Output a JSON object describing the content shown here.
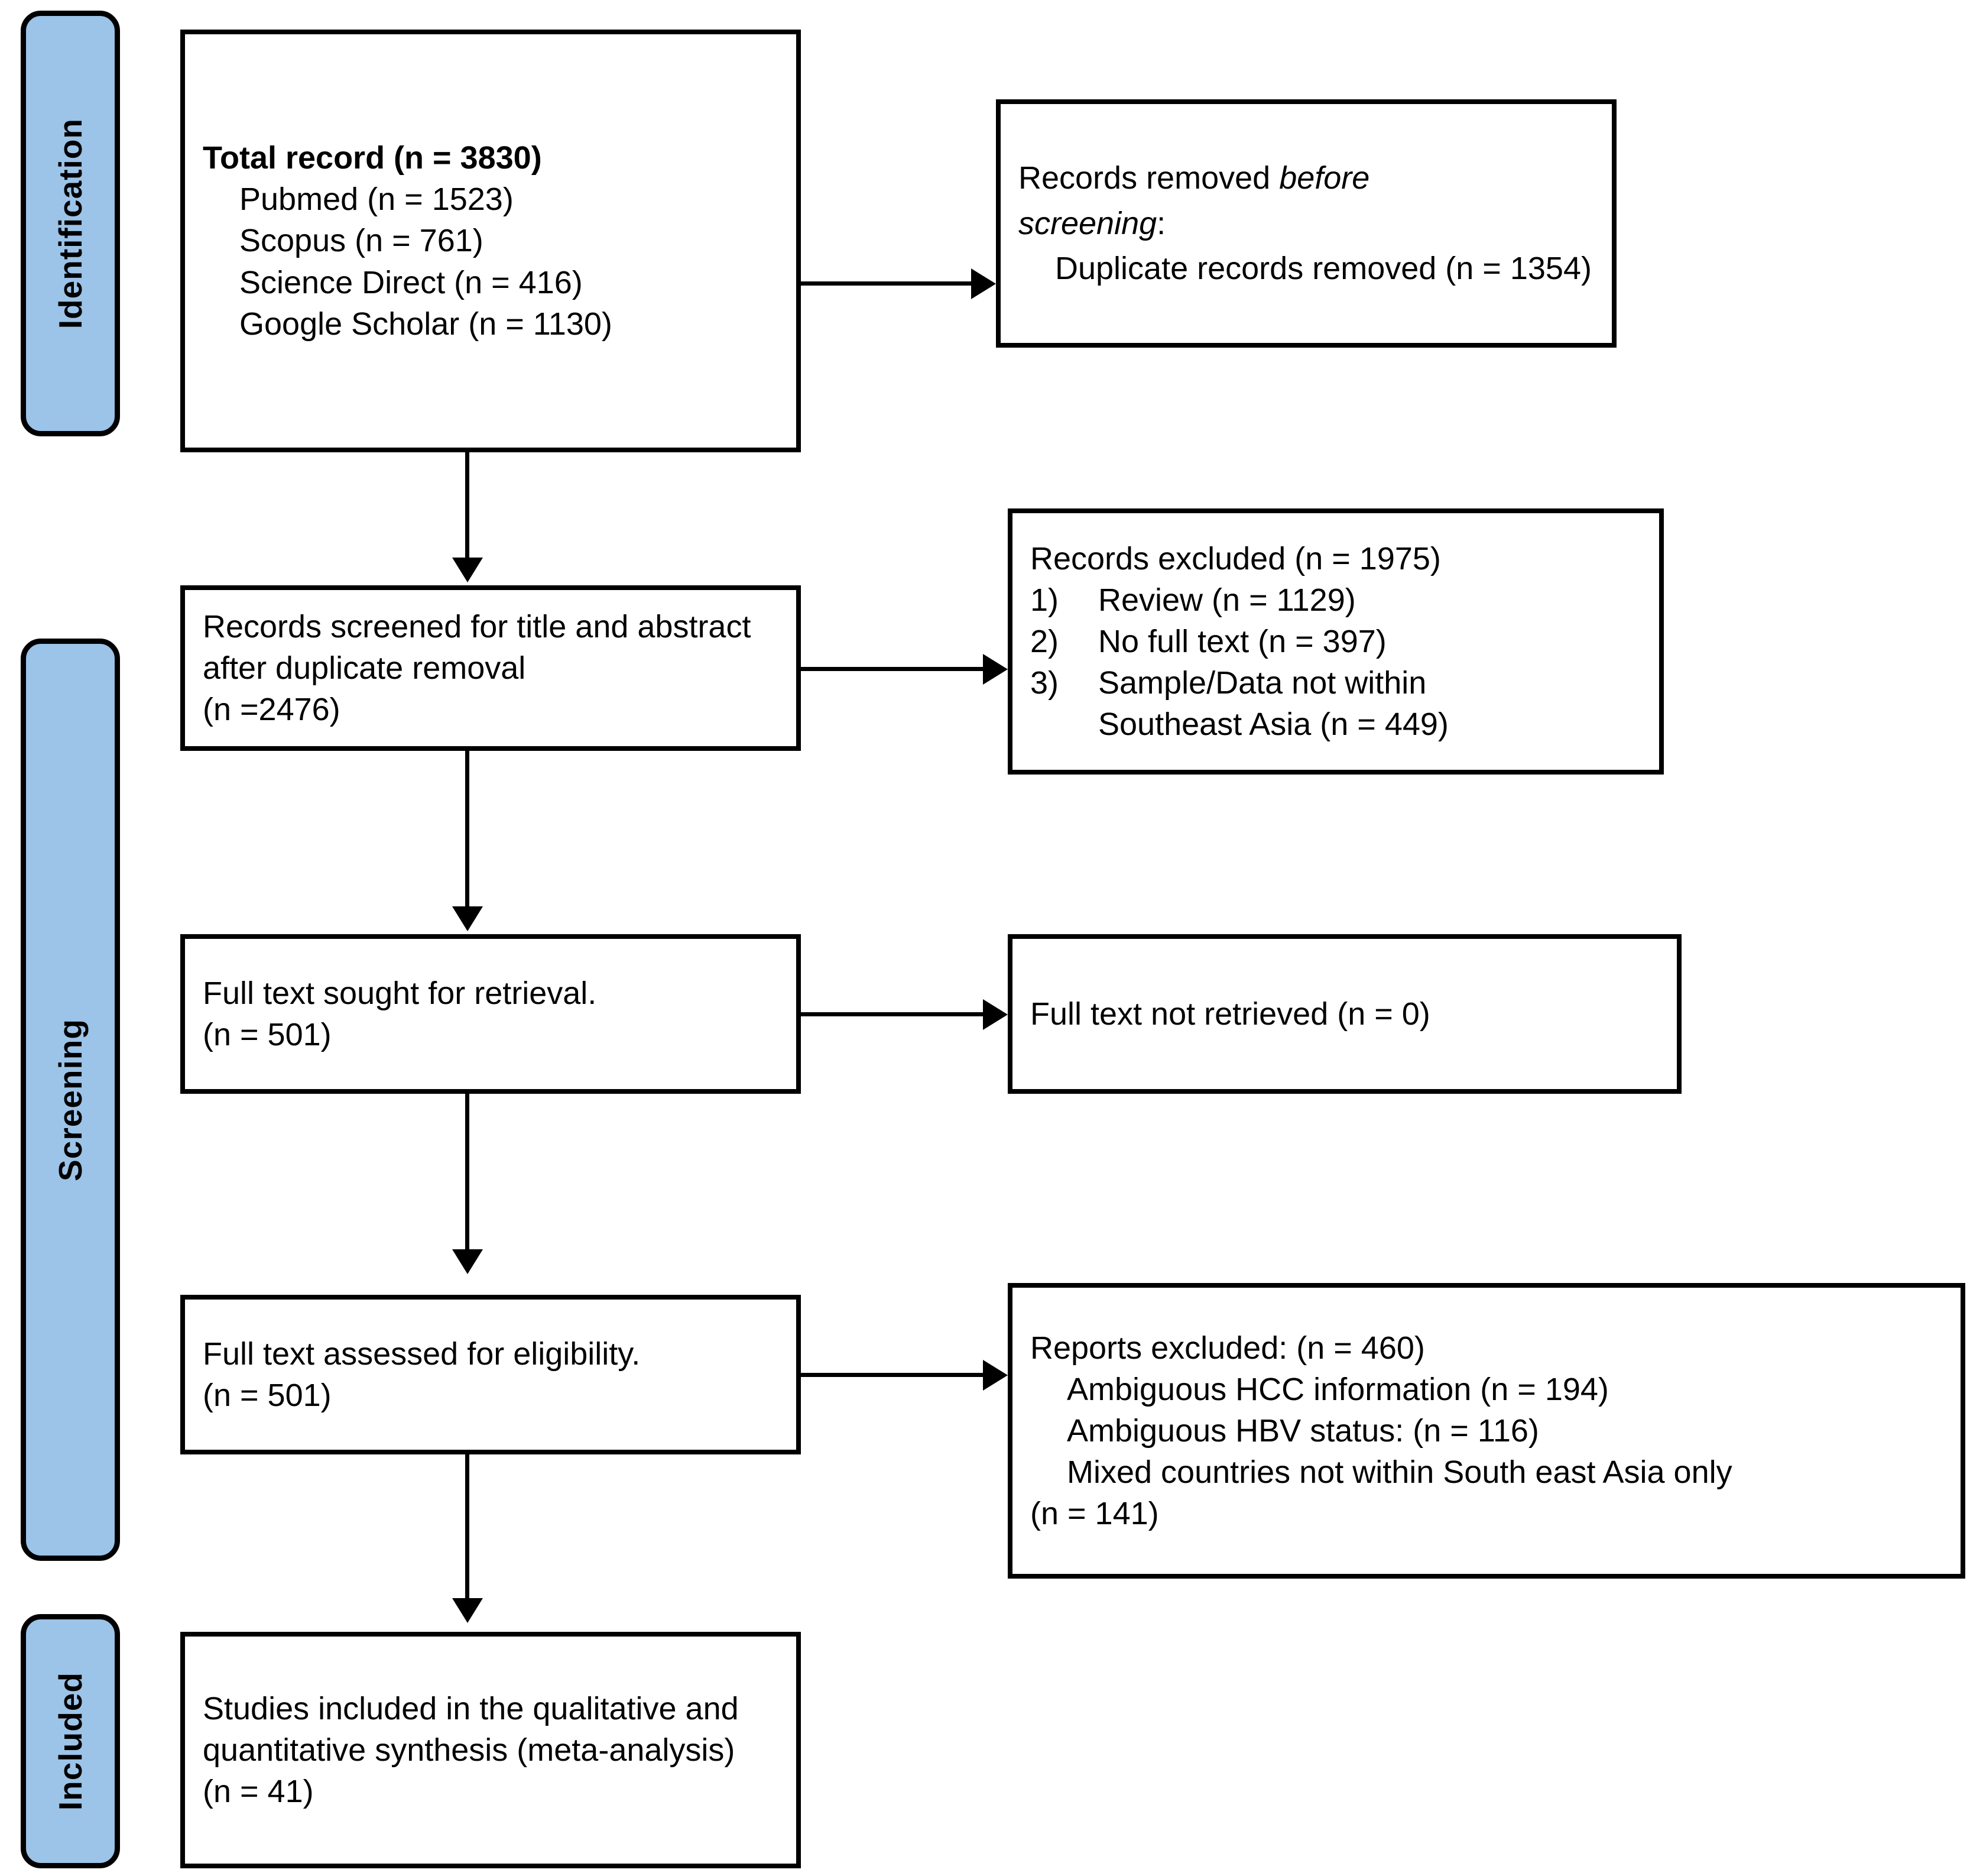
{
  "diagram": {
    "title": "PRISMA flow diagram",
    "accent_color": "#9CC3E8",
    "line_color": "#000000"
  },
  "phases": [
    {
      "id": "identification",
      "label": "Identification"
    },
    {
      "id": "screening",
      "label": "Screening"
    },
    {
      "id": "included",
      "label": "Included"
    }
  ],
  "boxes": {
    "total_record": {
      "heading": "Total record (n = 3830)",
      "sources": [
        "Pubmed (n = 1523)",
        "Scopus (n = 761)",
        "Science Direct (n = 416)",
        "Google Scholar (n = 1130)"
      ]
    },
    "records_removed": {
      "line1_plain": "Records removed ",
      "line1_italic": "before",
      "line2_italic": "screening",
      "line2_plain": ":",
      "detail": "Duplicate records removed (n = 1354)"
    },
    "records_screened": {
      "line1": "Records screened for title and abstract after duplicate removal",
      "line2": "(n =2476)"
    },
    "records_excluded": {
      "heading": "Records excluded (n = 1975)",
      "reasons": [
        {
          "num": "1)",
          "text": "Review (n = 1129)",
          "cont": ""
        },
        {
          "num": "2)",
          "text": "No full text (n = 397)",
          "cont": ""
        },
        {
          "num": "3)",
          "text": "Sample/Data not within",
          "cont": "Southeast Asia (n = 449)"
        }
      ]
    },
    "full_text_sought": {
      "line1": "Full text sought for retrieval.",
      "line2": "(n = 501)"
    },
    "full_text_not_retrieved": {
      "line1": "Full text not retrieved (n = 0)"
    },
    "full_text_assessed": {
      "line1": "Full text assessed for eligibility.",
      "line2": "(n = 501)"
    },
    "reports_excluded": {
      "heading": "Reports excluded: (n = 460)",
      "reasons": [
        "Ambiguous HCC information (n = 194)",
        "Ambiguous HBV status: (n = 116)",
        "Mixed countries not within South east Asia only",
        "(n = 141)"
      ]
    },
    "studies_included": {
      "line1": "Studies included in the qualitative and quantitative synthesis (meta-analysis)",
      "line2": "(n = 41)"
    }
  },
  "chart_data": {
    "type": "table",
    "title": "PRISMA 2020 flow of study selection",
    "stages": [
      {
        "stage": "Identification",
        "node": "Total record",
        "n": 3830,
        "breakdown": {
          "Pubmed": 1523,
          "Scopus": 761,
          "Science Direct": 416,
          "Google Scholar": 1130
        },
        "excluded_node": "Records removed before screening: Duplicate records removed",
        "excluded_n": 1354
      },
      {
        "stage": "Screening",
        "node": "Records screened for title and abstract after duplicate removal",
        "n": 2476,
        "excluded_node": "Records excluded",
        "excluded_n": 1975,
        "excluded_breakdown": {
          "Review": 1129,
          "No full text": 397,
          "Sample/Data not within Southeast Asia": 449
        }
      },
      {
        "stage": "Screening",
        "node": "Full text sought for retrieval",
        "n": 501,
        "excluded_node": "Full text not retrieved",
        "excluded_n": 0
      },
      {
        "stage": "Screening",
        "node": "Full text assessed for eligibility",
        "n": 501,
        "excluded_node": "Reports excluded",
        "excluded_n": 460,
        "excluded_breakdown": {
          "Ambiguous HCC information": 194,
          "Ambiguous HBV status": 116,
          "Mixed countries not within South east Asia only": 141
        }
      },
      {
        "stage": "Included",
        "node": "Studies included in the qualitative and quantitative synthesis (meta-analysis)",
        "n": 41
      }
    ]
  }
}
